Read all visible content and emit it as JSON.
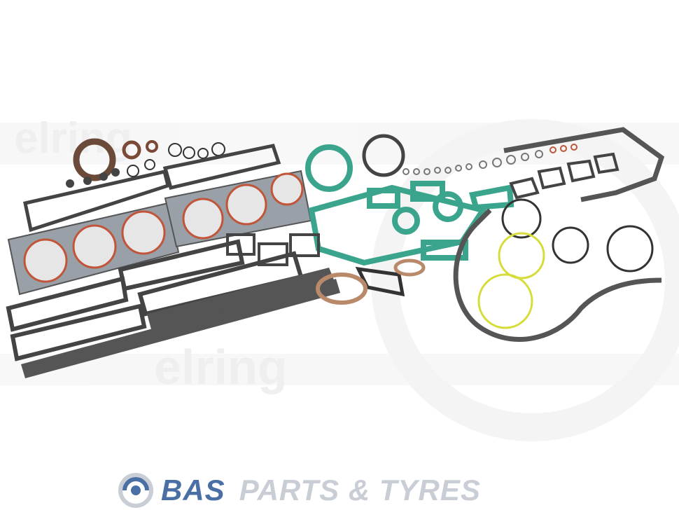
{
  "brand": {
    "name_primary": "BAS",
    "name_secondary": "PARTS & TYRES",
    "primary_color": "#4a6fa5",
    "secondary_color": "#c9ced6",
    "logo_icon": "bas-swirl-logo"
  },
  "watermark": {
    "text": "elring",
    "color": "#f1f1f1"
  },
  "colors": {
    "gasket_gray": "#4b4f55",
    "gasket_teal": "#3aa58c",
    "gasket_brown": "#b98a6a",
    "gasket_yellow": "#d6dd3a",
    "ring_red": "#c0553a"
  }
}
